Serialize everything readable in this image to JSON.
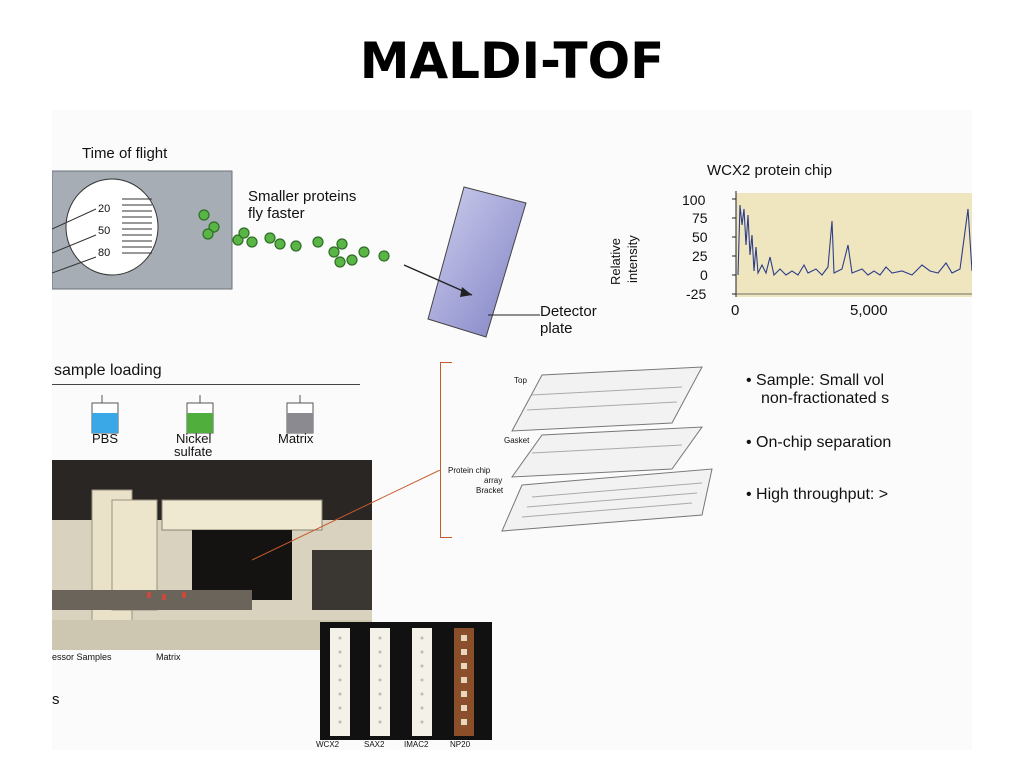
{
  "slide": {
    "title": "MALDI-TOF"
  },
  "tof": {
    "heading": "Time of flight",
    "scale": [
      "20",
      "50",
      "80"
    ],
    "note_line1": "Smaller proteins",
    "note_line2": "fly faster",
    "detector_line1": "Detector",
    "detector_line2": "plate"
  },
  "spectrum": {
    "title": "WCX2 protein chip",
    "ylabel_line1": "Relative",
    "ylabel_line2": "intensity",
    "yticks": [
      "100",
      "75",
      "50",
      "25",
      "0",
      "-25"
    ],
    "xticks": [
      "0",
      "5,000"
    ]
  },
  "loading": {
    "heading": "sample loading",
    "bottles": [
      {
        "label": "PBS",
        "label2": "",
        "color": "#3aa8e6"
      },
      {
        "label": "Nickel",
        "label2": "sulfate",
        "color": "#4fae3c"
      },
      {
        "label": "Matrix",
        "label2": "",
        "color": "#8a8a90"
      }
    ]
  },
  "chip": {
    "top": "Top",
    "gasket": "Gasket",
    "array_line1": "Protein chip",
    "array_line2": "array",
    "bracket": "Bracket"
  },
  "bullets": [
    {
      "line1": "Sample: Small vol",
      "line2": "non-fractionated s"
    },
    {
      "line1": "On-chip separation",
      "line2": ""
    },
    {
      "line1": "High throughput: >",
      "line2": ""
    }
  ],
  "photo": {
    "caption_samples": "essor Samples",
    "caption_matrix": "Matrix",
    "partial_letter": "s"
  },
  "chips": {
    "labels": [
      "WCX2",
      "SAX2",
      "IMAC2",
      "NP20"
    ]
  }
}
